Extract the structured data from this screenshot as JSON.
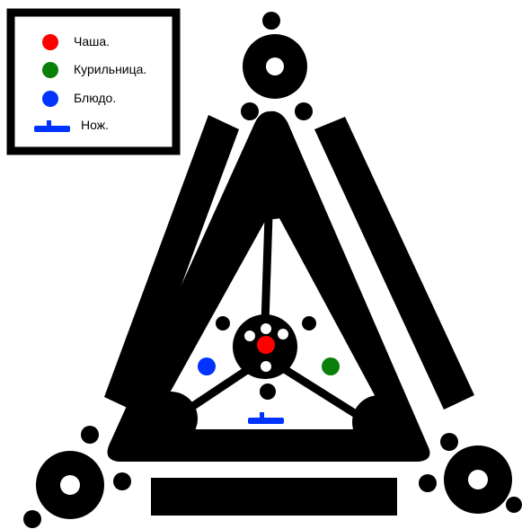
{
  "legend": {
    "items": [
      {
        "label": "Чаша.",
        "color": "#ff0000",
        "marker": "circle"
      },
      {
        "label": "Курильница.",
        "color": "#0a7f0a",
        "marker": "circle"
      },
      {
        "label": "Блюдо.",
        "color": "#0033ff",
        "marker": "circle"
      },
      {
        "label": "Нож.",
        "color": "#0033ff",
        "marker": "knife-icon"
      }
    ]
  },
  "colors": {
    "structure": "#000000",
    "background": "#ffffff",
    "bowl": "#ff0000",
    "incense_burner": "#0a7f0a",
    "dish": "#0033ff",
    "knife": "#0033ff"
  }
}
